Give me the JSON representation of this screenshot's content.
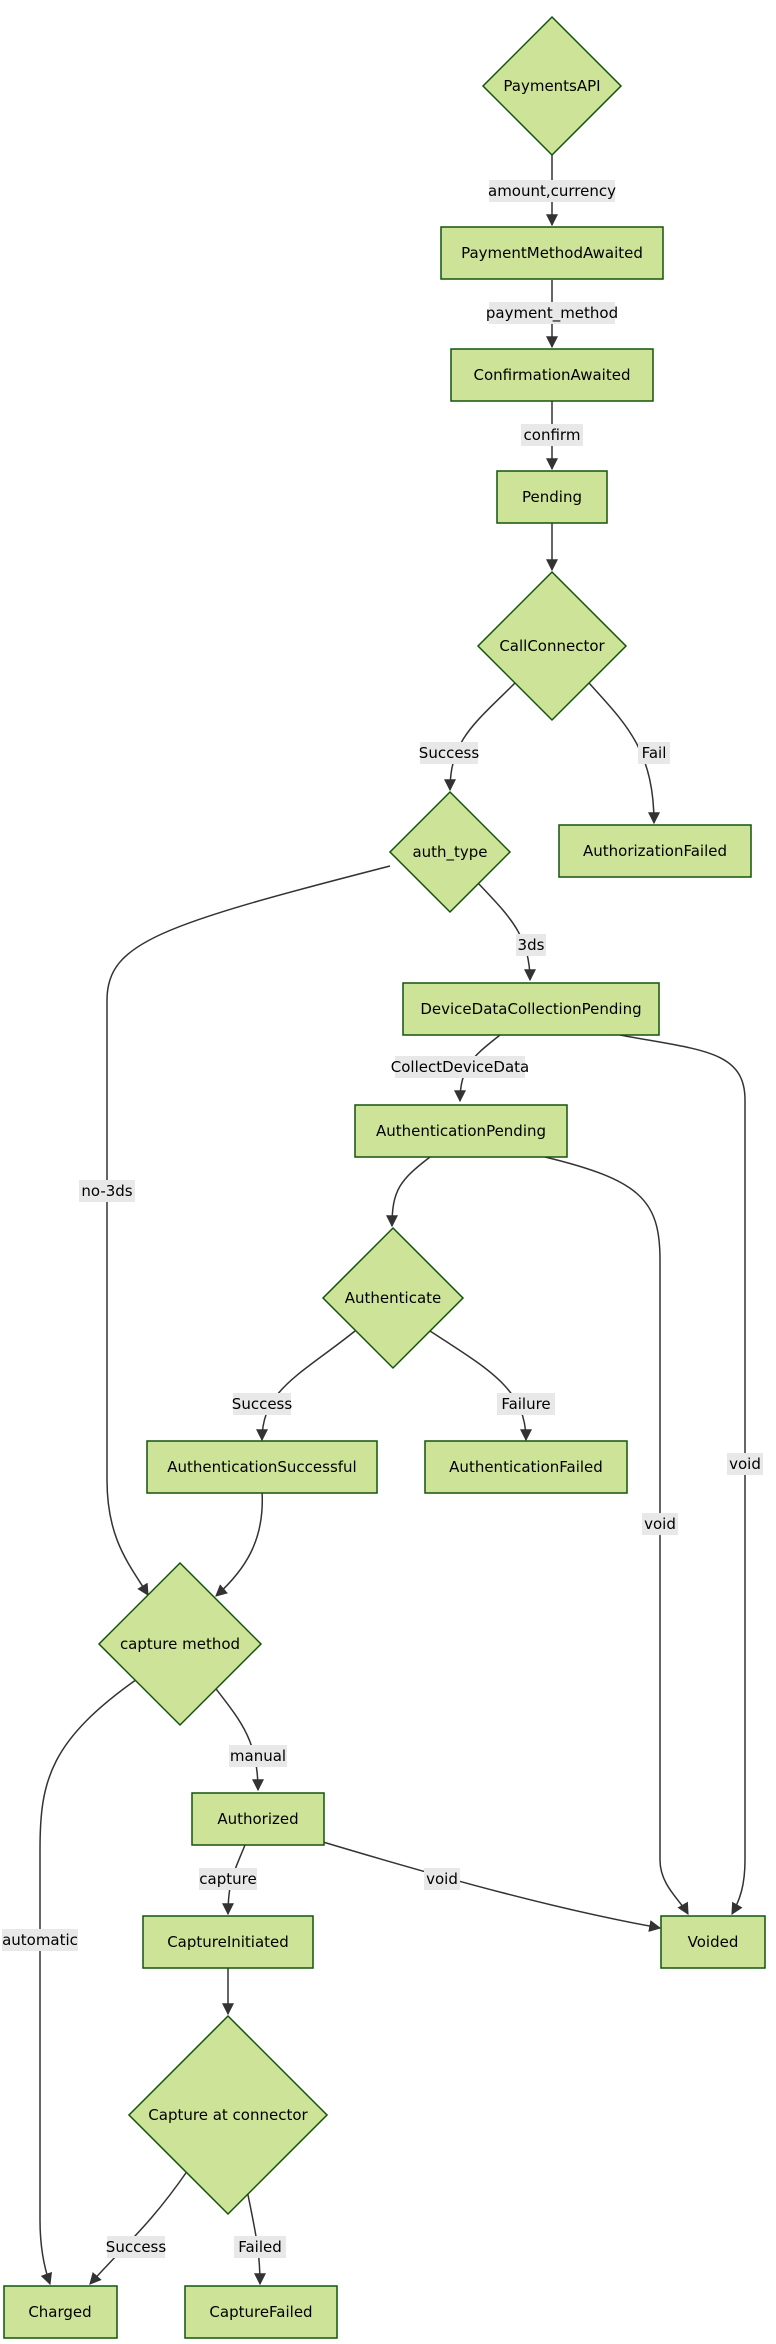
{
  "nodes": {
    "payments_api": "PaymentsAPI",
    "payment_method_awaited": "PaymentMethodAwaited",
    "confirmation_awaited": "ConfirmationAwaited",
    "pending": "Pending",
    "call_connector": "CallConnector",
    "auth_type": "auth_type",
    "authorization_failed": "AuthorizationFailed",
    "device_data_collection_pending": "DeviceDataCollectionPending",
    "authentication_pending": "AuthenticationPending",
    "authenticate": "Authenticate",
    "authentication_successful": "AuthenticationSuccessful",
    "authentication_failed": "AuthenticationFailed",
    "capture_method": "capture method",
    "authorized": "Authorized",
    "capture_initiated": "CaptureInitiated",
    "voided": "Voided",
    "capture_at_connector": "Capture at connector",
    "charged": "Charged",
    "capture_failed": "CaptureFailed"
  },
  "edges": {
    "amount_currency": "amount,currency",
    "payment_method": "payment_method",
    "confirm": "confirm",
    "success_call": "Success",
    "fail_call": "Fail",
    "three_ds": "3ds",
    "no_three_ds": "no-3ds",
    "collect_device_data": "CollectDeviceData",
    "void_device": "void",
    "void_auth_pending": "void",
    "success_authenticate": "Success",
    "failure_authenticate": "Failure",
    "manual": "manual",
    "automatic": "automatic",
    "capture": "capture",
    "void_authorized": "void",
    "success_capture": "Success",
    "failed_capture": "Failed"
  },
  "colors": {
    "node_fill": "#cde498",
    "node_stroke": "#13540c",
    "edge_stroke": "#333333",
    "label_background": "#e8e8e8"
  }
}
